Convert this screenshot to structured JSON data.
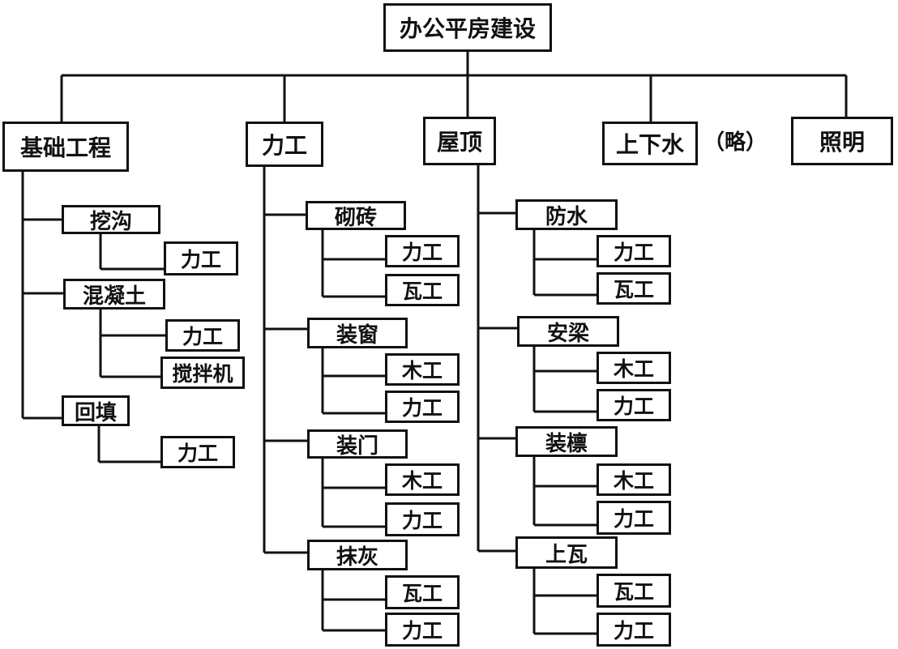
{
  "root": "办公平房建设",
  "branches": [
    {
      "label": "基础工程",
      "children": [
        {
          "label": "挖沟",
          "workers": [
            "力工"
          ]
        },
        {
          "label": "混凝土",
          "workers": [
            "力工",
            "搅拌机"
          ]
        },
        {
          "label": "回填",
          "workers": [
            "力工"
          ]
        }
      ]
    },
    {
      "label": "力工",
      "children": [
        {
          "label": "砌砖",
          "workers": [
            "力工",
            "瓦工"
          ]
        },
        {
          "label": "装窗",
          "workers": [
            "木工",
            "力工"
          ]
        },
        {
          "label": "装门",
          "workers": [
            "木工",
            "力工"
          ]
        },
        {
          "label": "抹灰",
          "workers": [
            "瓦工",
            "力工"
          ]
        }
      ]
    },
    {
      "label": "屋顶",
      "children": [
        {
          "label": "防水",
          "workers": [
            "力工",
            "瓦工"
          ]
        },
        {
          "label": "安梁",
          "workers": [
            "木工",
            "力工"
          ]
        },
        {
          "label": "装檩",
          "workers": [
            "木工",
            "力工"
          ]
        },
        {
          "label": "上瓦",
          "workers": [
            "瓦工",
            "力工"
          ]
        }
      ]
    },
    {
      "label": "上下水",
      "children": []
    },
    {
      "label": "照明",
      "children": []
    }
  ],
  "omitted_note": "（略）"
}
